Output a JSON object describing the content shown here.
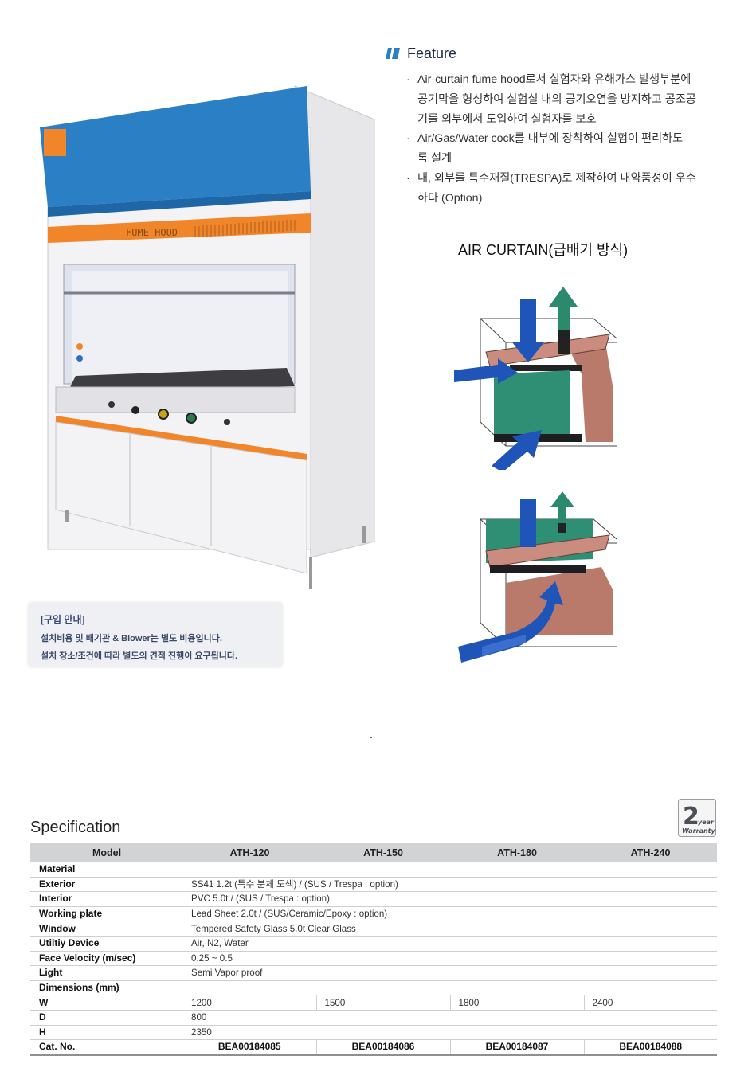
{
  "product": {
    "hood_label": "FUME HOOD",
    "colors": {
      "blue": "#2b7fc4",
      "orange": "#f0852a",
      "body": "#f2f2f4"
    }
  },
  "purchase_info": {
    "title": "[구입 안내]",
    "lines": [
      "설치비용 및 배기관 & Blower는 별도 비용입니다.",
      "설치 장소/조건에 따라 별도의 견적 진행이 요구됩니다."
    ]
  },
  "feature": {
    "title": "Feature",
    "items": [
      {
        "bullet": "·",
        "lines": [
          "Air-curtain fume hood로서 실험자와 유해가스 발생부분에",
          "공기막을 형성하여 실험실 내의 공기오염을 방지하고 공조공",
          "기를 외부에서 도입하여 실험자를 보호"
        ]
      },
      {
        "bullet": "·",
        "lines": [
          "Air/Gas/Water cock를 내부에 장착하여 실험이 편리하도",
          "록 설계"
        ]
      },
      {
        "bullet": "·",
        "lines": [
          "내, 외부를 특수재질(TRESPA)로 제작하여 내약품성이 우수",
          "하다 (Option)"
        ]
      }
    ]
  },
  "air_curtain": {
    "title": "AIR CURTAIN(급배기 방식)"
  },
  "specification": {
    "title": "Specification",
    "warranty": {
      "number": "2",
      "year": "year",
      "label": "Warranty"
    },
    "columns": [
      "Model",
      "ATH-120",
      "ATH-150",
      "ATH-180",
      "ATH-240"
    ],
    "rows": [
      {
        "label": "Material",
        "value": ""
      },
      {
        "label": "Exterior",
        "value": "SS41 1.2t (특수 분체 도색) / (SUS / Trespa : option)"
      },
      {
        "label": "Interior",
        "value": "PVC 5.0t / (SUS / Trespa : option)"
      },
      {
        "label": "Working plate",
        "value": "Lead Sheet 2.0t / (SUS/Ceramic/Epoxy : option)"
      },
      {
        "label": "Window",
        "value": "Tempered Safety Glass 5.0t Clear Glass"
      },
      {
        "label": "Utiltiy Device",
        "value": "Air, N2, Water"
      },
      {
        "label": "Face Velocity (m/sec)",
        "value": "0.25 ~ 0.5"
      },
      {
        "label": "Light",
        "value": "Semi Vapor proof"
      },
      {
        "label": "Dimensions (mm)",
        "value": ""
      }
    ],
    "w": {
      "label": "W",
      "values": [
        "1200",
        "1500",
        "1800",
        "2400"
      ]
    },
    "d": {
      "label": "D",
      "value": "800"
    },
    "h": {
      "label": "H",
      "value": "2350"
    },
    "cat": {
      "label": "Cat. No.",
      "values": [
        "BEA00184085",
        "BEA00184086",
        "BEA00184087",
        "BEA00184088"
      ]
    }
  }
}
